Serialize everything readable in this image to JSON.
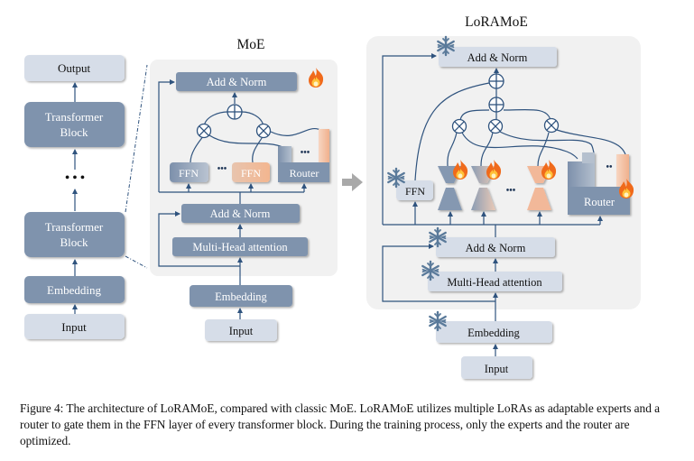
{
  "left_stack": {
    "output": "Output",
    "transformer_block_top": "Transformer Block",
    "ellipsis": "• • •",
    "transformer_block_bottom": "Transformer Block",
    "embedding": "Embedding",
    "input": "Input"
  },
  "moe": {
    "title": "MoE",
    "add_norm_top": "Add & Norm",
    "ffn_1": "FFN",
    "ffn_dots": "•••",
    "ffn_2": "FFN",
    "router": "Router",
    "router_dots": "•••",
    "add_norm_bottom": "Add & Norm",
    "attention": "Multi-Head attention",
    "embedding": "Embedding",
    "input": "Input",
    "trainable_icon": "fire-icon"
  },
  "loramoe": {
    "title": "LoRAMoE",
    "add_norm_top": "Add & Norm",
    "ffn": "FFN",
    "lora_dots": "•••",
    "router": "Router",
    "router_dots": "••",
    "add_norm_bottom": "Add & Norm",
    "attention": "Multi-Head attention",
    "embedding": "Embedding",
    "input": "Input",
    "frozen_icon": "snowflake-icon",
    "trainable_icon": "fire-icon"
  },
  "colors": {
    "dark_block": "#7f93ad",
    "light_block": "#d6dde8",
    "peach": "#f2b899",
    "panel": "#f1f1f1",
    "line": "#2f537e",
    "arrow_gray": "#a9a9a9",
    "snowflake": "#5a7a9a"
  },
  "caption": "Figure 4: The architecture of LoRAMoE, compared with classic MoE. LoRAMoE utilizes multiple LoRAs as adaptable experts and a router to gate them in the FFN layer of every transformer block. During the training process, only the experts and the router are optimized."
}
